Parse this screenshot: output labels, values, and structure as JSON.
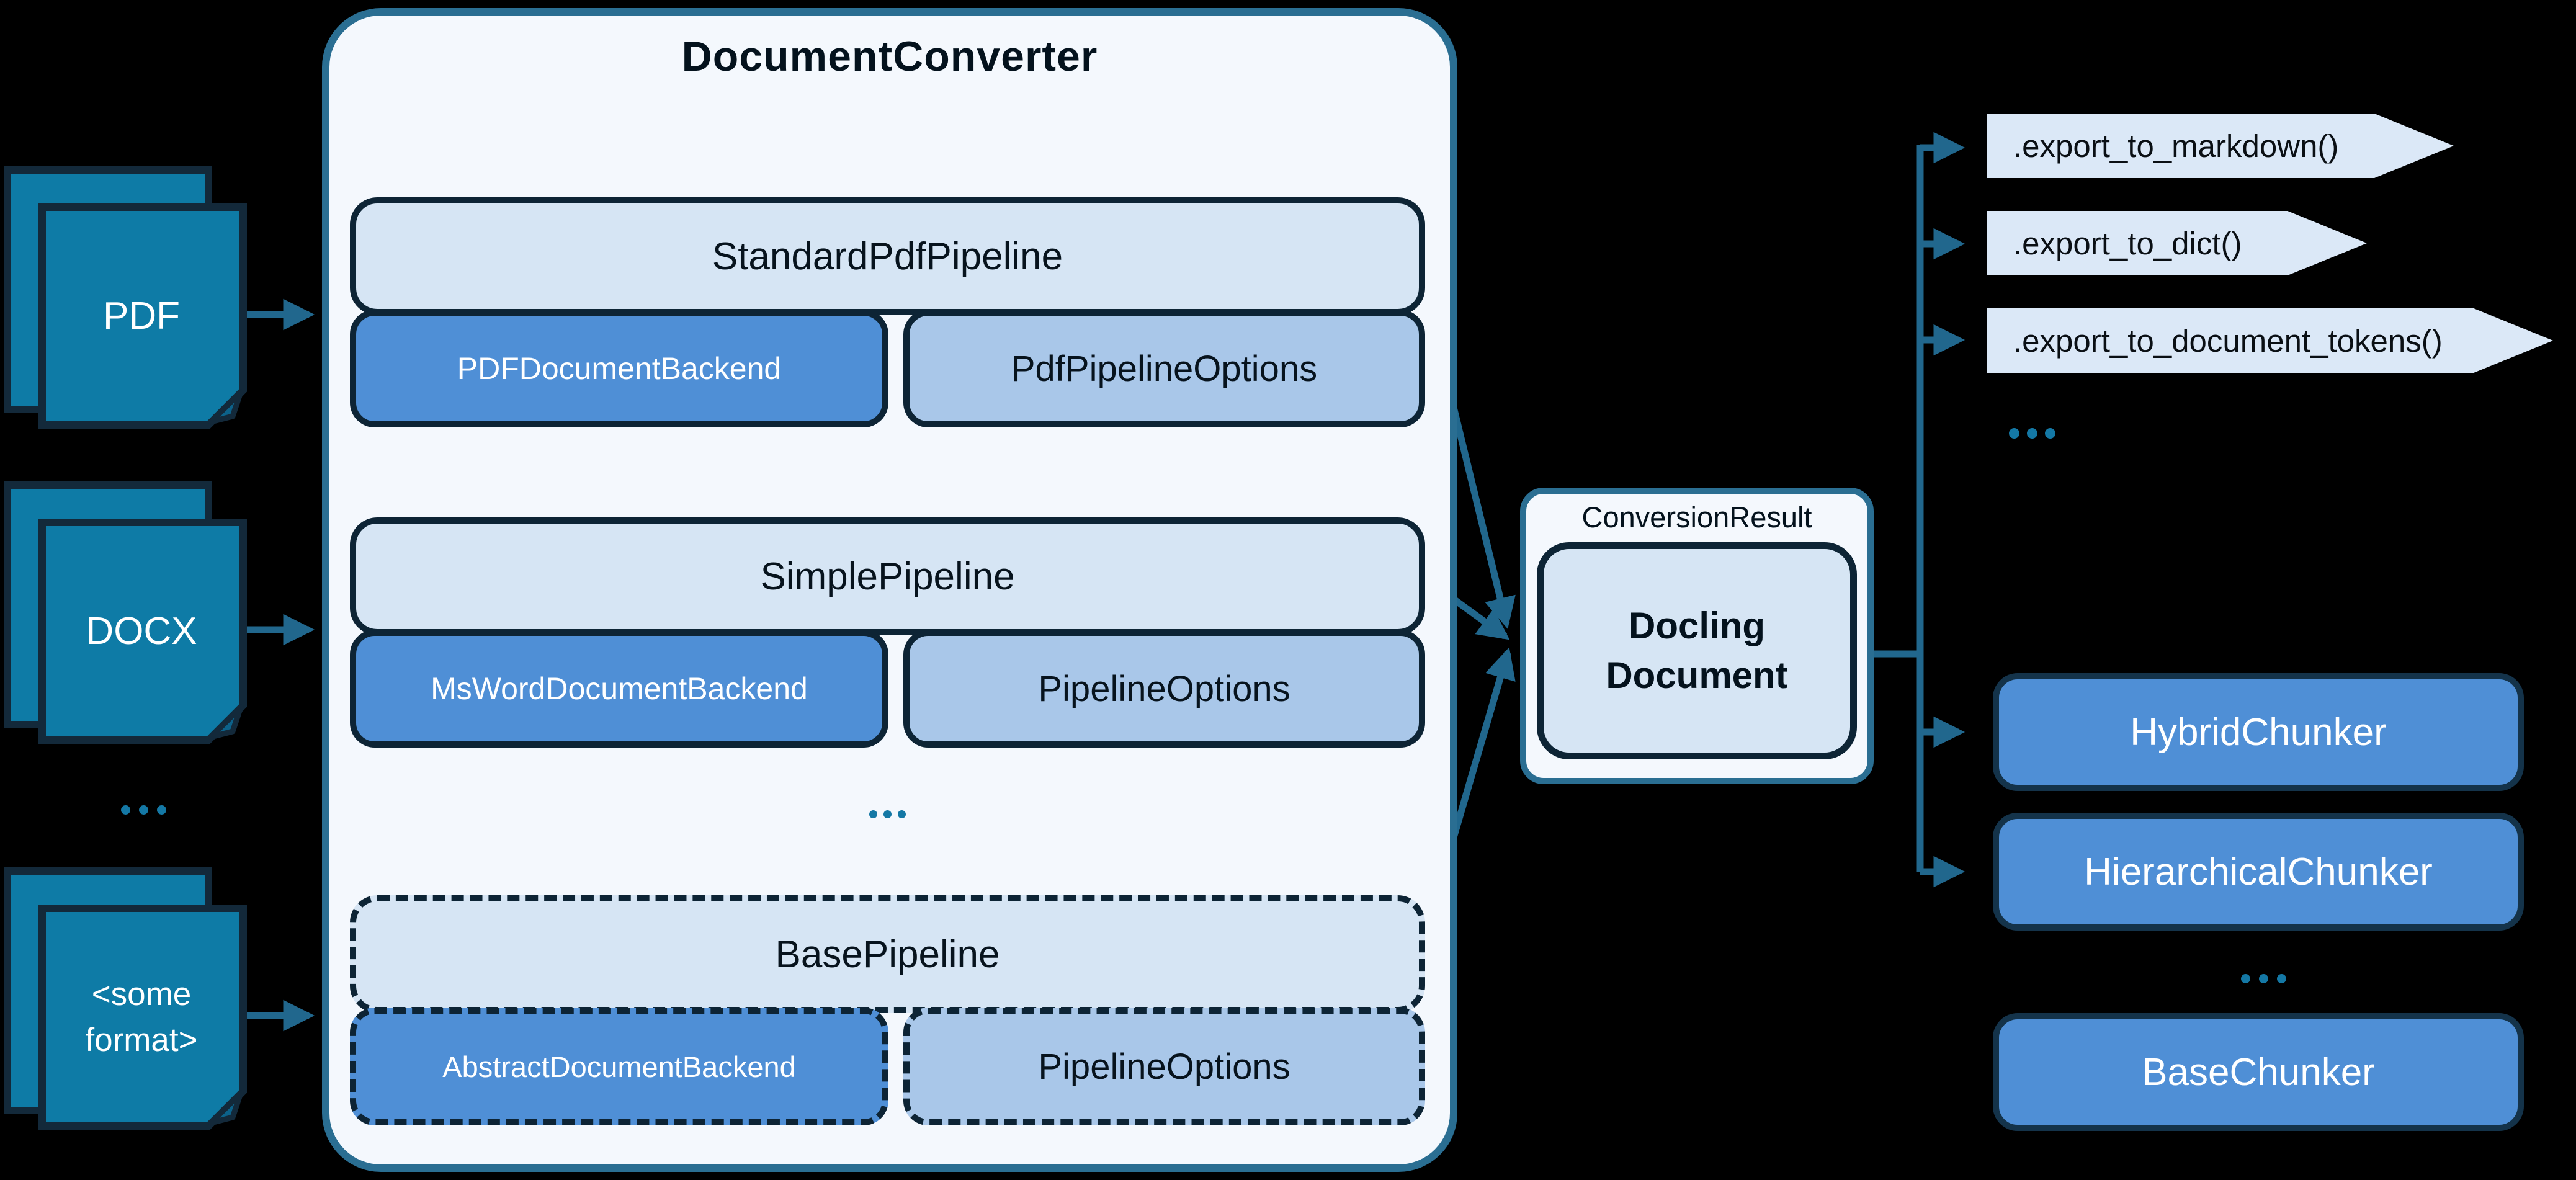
{
  "colors": {
    "background": "#000000",
    "container_fill": "#f4f8fd",
    "container_border": "#2a6e92",
    "pipeline_fill": "#d6e5f4",
    "backend_fill": "#4f8fd6",
    "options_fill": "#a9c7e9",
    "dark_border": "#0d2435",
    "doc_icon_fill": "#0e7ba6",
    "arrow": "#21678d",
    "export_tag_fill": "#dbe8f7",
    "chunker_fill": "#4f8fd6",
    "ellipsis_dot": "#1478a5"
  },
  "inputs": {
    "pdf": {
      "label": "PDF"
    },
    "docx": {
      "label": "DOCX"
    },
    "ellipsis": "...",
    "some_format": {
      "line1": "<some",
      "line2": "format>"
    }
  },
  "converter": {
    "title": "DocumentConverter",
    "ellipsis": "...",
    "pipelines": [
      {
        "name": "StandardPdfPipeline",
        "backend": "PDFDocumentBackend",
        "options": "PdfPipelineOptions",
        "style": "solid"
      },
      {
        "name": "SimplePipeline",
        "backend": "MsWordDocumentBackend",
        "options": "PipelineOptions",
        "style": "solid"
      },
      {
        "name": "BasePipeline",
        "backend": "AbstractDocumentBackend",
        "options": "PipelineOptions",
        "style": "dashed"
      }
    ]
  },
  "result": {
    "label": "ConversionResult",
    "document_line1": "Docling",
    "document_line2": "Document"
  },
  "exports": {
    "items": [
      ".export_to_markdown()",
      ".export_to_dict()",
      ".export_to_document_tokens()"
    ],
    "ellipsis": "..."
  },
  "chunkers": {
    "items": [
      "HybridChunker",
      "HierarchicalChunker",
      "BaseChunker"
    ],
    "ellipsis": "..."
  }
}
